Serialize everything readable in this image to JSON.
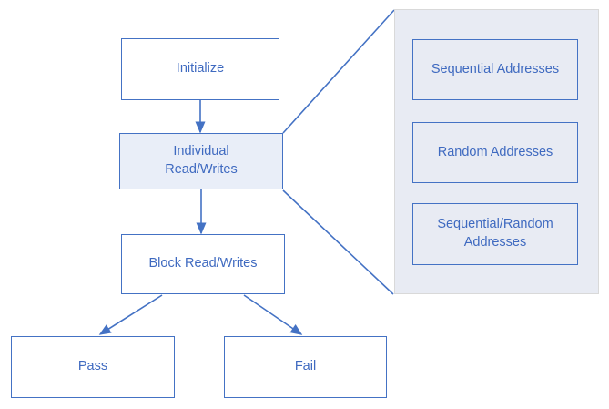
{
  "colors": {
    "accent": "#4472C4",
    "highlight_fill": "#E9EEF8",
    "panel_fill": "#E8EBF3",
    "panel_border": "#D9D9D9"
  },
  "flowchart": {
    "nodes": [
      {
        "id": "initialize",
        "label": "Initialize"
      },
      {
        "id": "individual-read-writes",
        "label": "Individual\nRead/Writes"
      },
      {
        "id": "block-read-writes",
        "label": "Block Read/Writes"
      },
      {
        "id": "pass",
        "label": "Pass"
      },
      {
        "id": "fail",
        "label": "Fail"
      }
    ],
    "edges": [
      {
        "from": "initialize",
        "to": "individual-read-writes"
      },
      {
        "from": "individual-read-writes",
        "to": "block-read-writes"
      },
      {
        "from": "block-read-writes",
        "to": "pass"
      },
      {
        "from": "block-read-writes",
        "to": "fail"
      },
      {
        "from": "individual-read-writes",
        "to": "detail-panel",
        "style": "callout"
      }
    ]
  },
  "detail_panel": {
    "items": [
      {
        "label": "Sequential Addresses"
      },
      {
        "label": "Random Addresses"
      },
      {
        "label": "Sequential/Random\nAddresses"
      }
    ]
  }
}
